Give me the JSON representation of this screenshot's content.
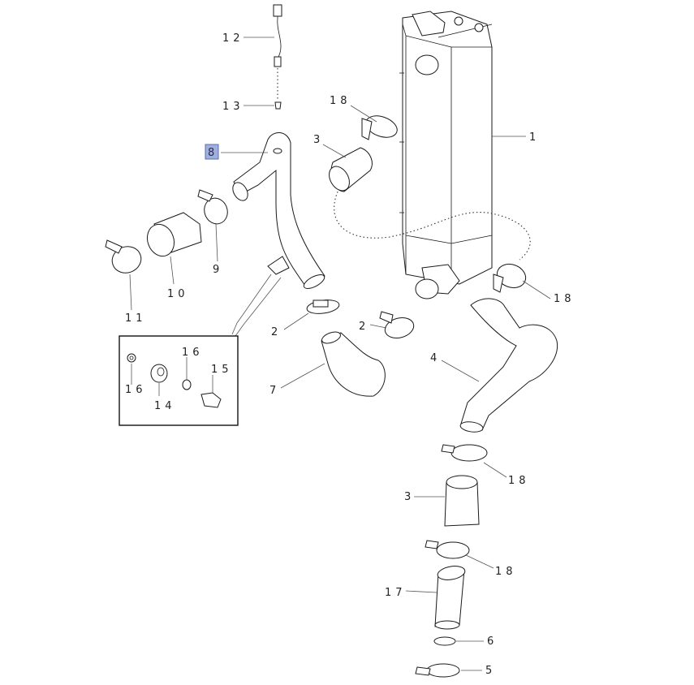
{
  "callouts": {
    "c1": "1",
    "c2a": "2",
    "c2b": "2",
    "c3a": "3",
    "c3b": "3",
    "c4": "4",
    "c5": "5",
    "c6": "6",
    "c7": "7",
    "c8": "8",
    "c9": "9",
    "c10": "10",
    "c11": "11",
    "c12": "12",
    "c13": "13",
    "c14": "14",
    "c15": "15",
    "c16a": "16",
    "c16b": "16",
    "c17": "17",
    "c18a": "18",
    "c18b": "18",
    "c18c": "18",
    "c18d": "18"
  },
  "colors": {
    "highlight_fill": "#9fb0dc",
    "line": "#1a1a1a"
  }
}
